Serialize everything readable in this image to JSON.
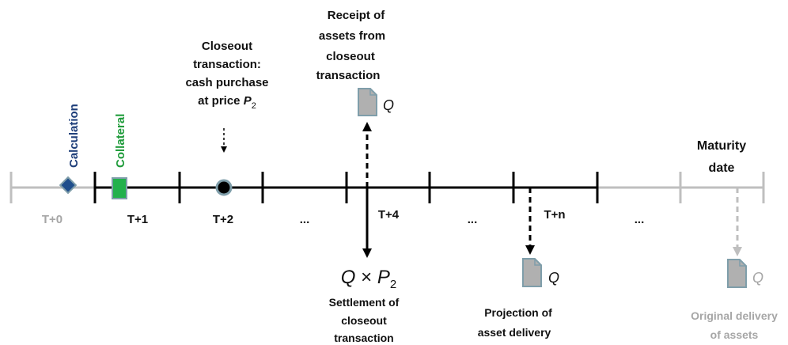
{
  "timeline": {
    "ticks": [
      "T+0",
      "T+1",
      "T+2",
      "...",
      "T+4",
      "...",
      "T+n",
      "..."
    ],
    "maturity": [
      "Maturity",
      "date"
    ]
  },
  "events": {
    "calculation": "Calculation",
    "collateral": "Collateral",
    "closeout": [
      "Closeout",
      "transaction:",
      "cash purchase",
      "at price"
    ],
    "price_symbol": "P",
    "price_subscript": "2",
    "receipt": [
      "Receipt of",
      "assets from",
      "closeout",
      "transaction"
    ],
    "asset_symbol": "Q",
    "settlement_formula": [
      "Q",
      " × ",
      "P",
      "2"
    ],
    "settlement": [
      "Settlement of",
      "closeout",
      "transaction"
    ],
    "projection": [
      "Projection of",
      "asset delivery"
    ],
    "original": [
      "Original delivery",
      "of assets"
    ]
  },
  "colors": {
    "line": "#000000",
    "grey": "#bfbfbf",
    "grey_text": "#a6a6a6",
    "calculation": "#1f4e8c",
    "collateral": "#22b14c",
    "document": "#b0b0b0",
    "document_border": "#7f9eaa"
  },
  "icons": [
    "diamond-marker",
    "collateral-square",
    "closeout-circle",
    "document-icon"
  ]
}
